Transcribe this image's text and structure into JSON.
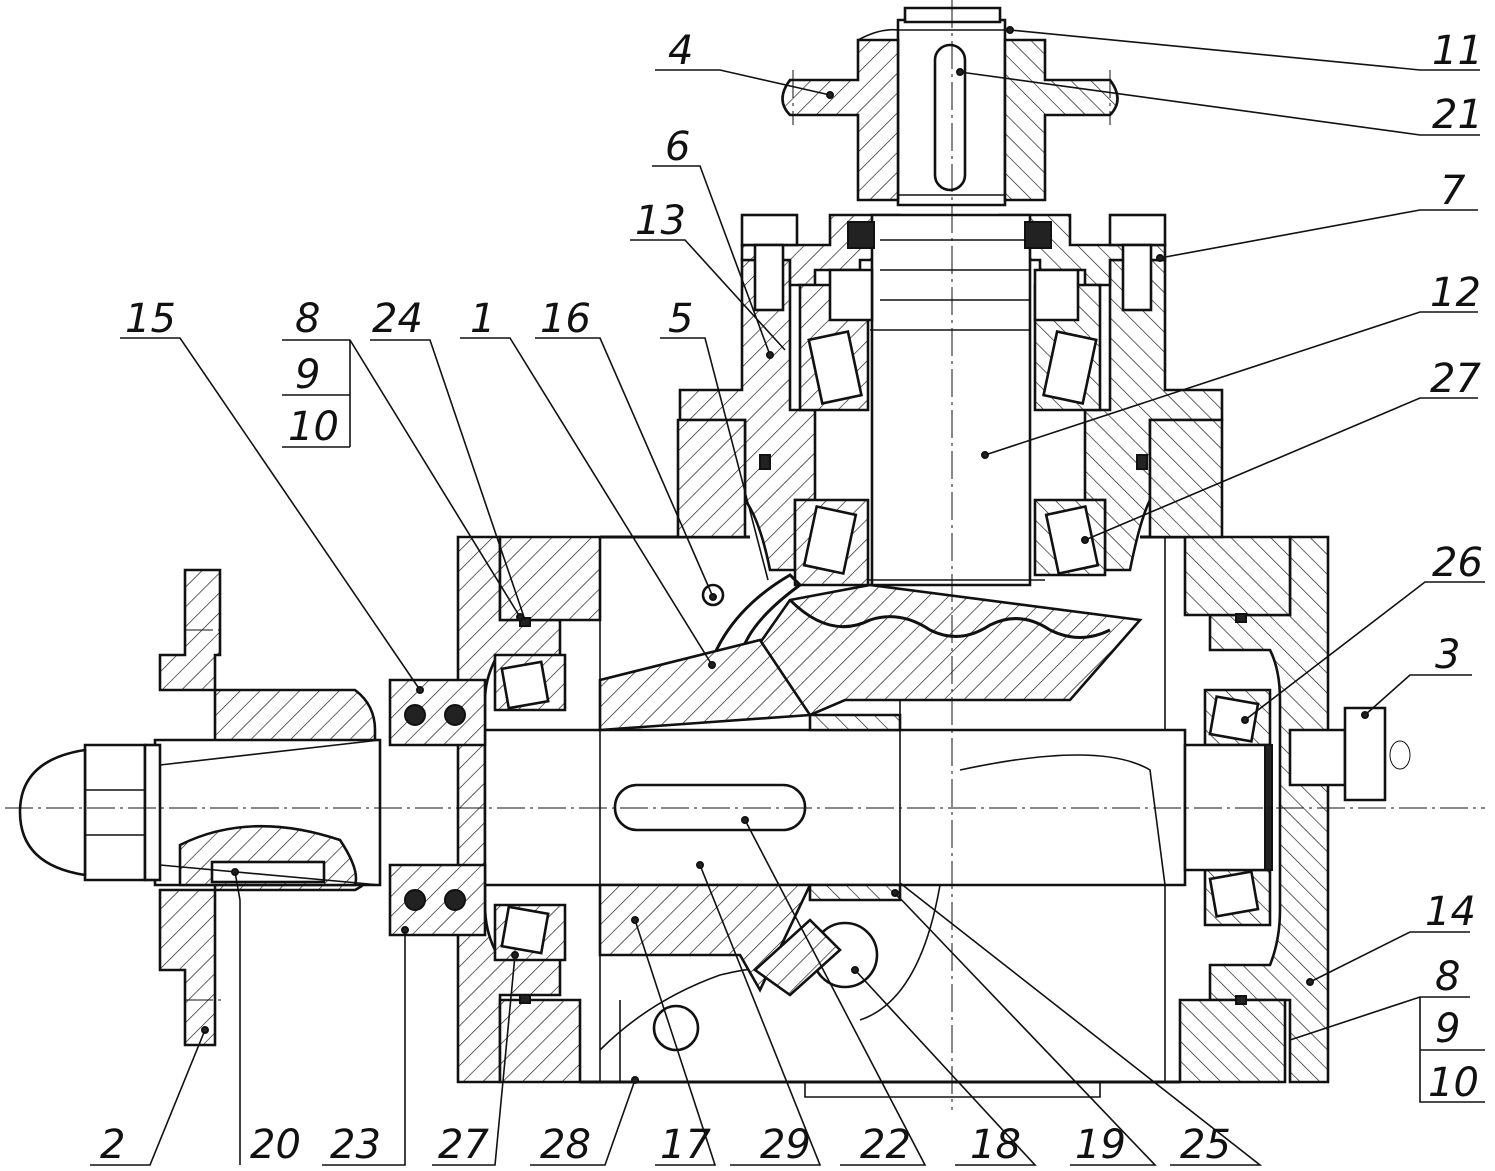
{
  "drawing": {
    "background": "#ffffff",
    "line_color": "#111111",
    "callouts": [
      {
        "id": "c4",
        "text": "4"
      },
      {
        "id": "c11",
        "text": "11"
      },
      {
        "id": "c21",
        "text": "21"
      },
      {
        "id": "c6",
        "text": "6"
      },
      {
        "id": "c7",
        "text": "7"
      },
      {
        "id": "c13",
        "text": "13"
      },
      {
        "id": "c12",
        "text": "12"
      },
      {
        "id": "c27top",
        "text": "27"
      },
      {
        "id": "c15",
        "text": "15"
      },
      {
        "id": "c8top",
        "text": "8"
      },
      {
        "id": "c9top",
        "text": "9"
      },
      {
        "id": "c10top",
        "text": "10"
      },
      {
        "id": "c24",
        "text": "24"
      },
      {
        "id": "c1",
        "text": "1"
      },
      {
        "id": "c16",
        "text": "16"
      },
      {
        "id": "c5",
        "text": "5"
      },
      {
        "id": "c26",
        "text": "26"
      },
      {
        "id": "c3",
        "text": "3"
      },
      {
        "id": "c14",
        "text": "14"
      },
      {
        "id": "c8bot",
        "text": "8"
      },
      {
        "id": "c9bot",
        "text": "9"
      },
      {
        "id": "c10bot",
        "text": "10"
      },
      {
        "id": "c2",
        "text": "2"
      },
      {
        "id": "c20",
        "text": "20"
      },
      {
        "id": "c23",
        "text": "23"
      },
      {
        "id": "c27bot",
        "text": "27"
      },
      {
        "id": "c28",
        "text": "28"
      },
      {
        "id": "c17",
        "text": "17"
      },
      {
        "id": "c29",
        "text": "29"
      },
      {
        "id": "c22",
        "text": "22"
      },
      {
        "id": "c18",
        "text": "18"
      },
      {
        "id": "c19",
        "text": "19"
      },
      {
        "id": "c25",
        "text": "25"
      }
    ]
  }
}
